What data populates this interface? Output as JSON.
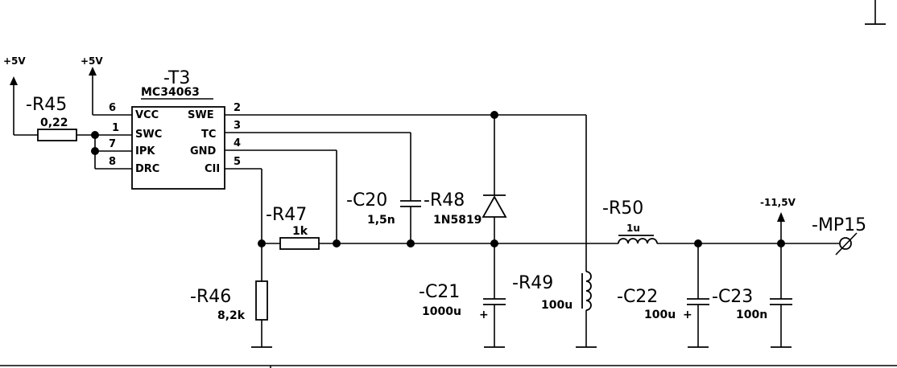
{
  "supply_left": "+5V",
  "supply_right": "+5V",
  "ic": {
    "ref": "-T3",
    "part": "MC34063",
    "pins_left": [
      {
        "num": "6",
        "name": "VCC"
      },
      {
        "num": "1",
        "name": "SWC"
      },
      {
        "num": "7",
        "name": "IPK"
      },
      {
        "num": "8",
        "name": "DRC"
      }
    ],
    "pins_right": [
      {
        "num": "2",
        "name": "SWE"
      },
      {
        "num": "3",
        "name": "TC"
      },
      {
        "num": "4",
        "name": "GND"
      },
      {
        "num": "5",
        "name": "CII"
      }
    ]
  },
  "r45": {
    "ref": "-R45",
    "value": "0,22"
  },
  "r46": {
    "ref": "-R46",
    "value": "8,2k"
  },
  "r47": {
    "ref": "-R47",
    "value": "1k"
  },
  "c20": {
    "ref": "-C20",
    "value": "1,5n"
  },
  "r48": {
    "ref": "-R48",
    "value": "1N5819"
  },
  "c21": {
    "ref": "-C21",
    "value": "1000u",
    "polarity": "+"
  },
  "r49": {
    "ref": "-R49",
    "value": "100u"
  },
  "r50": {
    "ref": "-R50",
    "value": "1u"
  },
  "c22": {
    "ref": "-C22",
    "value": "100u",
    "polarity": "+"
  },
  "c23": {
    "ref": "-C23",
    "value": "100n"
  },
  "output_voltage": "-11,5V",
  "mp15": {
    "ref": "-MP15"
  }
}
